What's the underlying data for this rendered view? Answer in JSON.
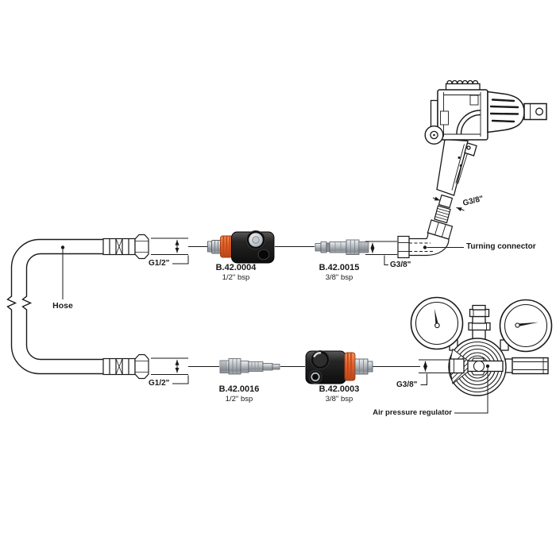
{
  "diagram": {
    "type": "pneumatic-tool-connection-diagram",
    "labels": {
      "tool_thread": "G3/8\"",
      "turning_connector": "Turning connector",
      "hose": "Hose",
      "hose_thread_top": "G1/2\"",
      "hose_thread_bottom": "G1/2\"",
      "row1_thread": "G3/8\"",
      "row2_thread": "G3/8\"",
      "regulator": "Air pressure regulator"
    },
    "parts": [
      {
        "code": "B.42.0004",
        "size": "1/2\" bsp"
      },
      {
        "code": "B.42.0015",
        "size": "3/8\" bsp"
      },
      {
        "code": "B.42.0016",
        "size": "1/2\" bsp"
      },
      {
        "code": "B.42.0003",
        "size": "3/8\" bsp"
      }
    ],
    "colors": {
      "line": "#1a1a1a",
      "coupling_ring_orange": "#e8622a",
      "coupling_body_black": "#242424",
      "metal_silver": "#c6cacd",
      "background": "#ffffff"
    }
  }
}
